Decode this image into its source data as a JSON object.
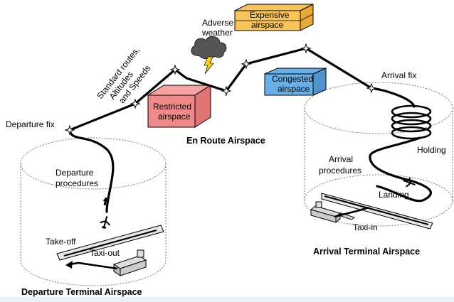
{
  "labels": {
    "departure_fix": "Departure fix",
    "standard_routes_1": "Standard routes,",
    "standard_routes_2": "Altitudes",
    "standard_routes_3": "and Speeds",
    "adverse_weather_1": "Adverse",
    "adverse_weather_2": "weather",
    "expensive_1": "Expensive",
    "expensive_2": "airspace",
    "congested_1": "Congested",
    "congested_2": "airspace",
    "restricted_1": "Restricted",
    "restricted_2": "airspace",
    "arrival_fix": "Arrival fix",
    "en_route": "En Route Airspace",
    "holding": "Holding",
    "arrival_procedures_1": "Arrival",
    "arrival_procedures_2": "procedures",
    "landing": "Landing",
    "taxi_in": "Taxi-in",
    "arrival_terminal": "Arrival Terminal Airspace",
    "departure_procedures_1": "Departure",
    "departure_procedures_2": "procedures",
    "take_off": "Take-off",
    "taxi_out": "Taxi-out",
    "departure_terminal": "Departure Terminal Airspace"
  },
  "colors": {
    "expensive": "#f7c35a",
    "congested": "#6aaee6",
    "restricted": "#f08a8a",
    "bottom_band": "#eaf1fb"
  }
}
